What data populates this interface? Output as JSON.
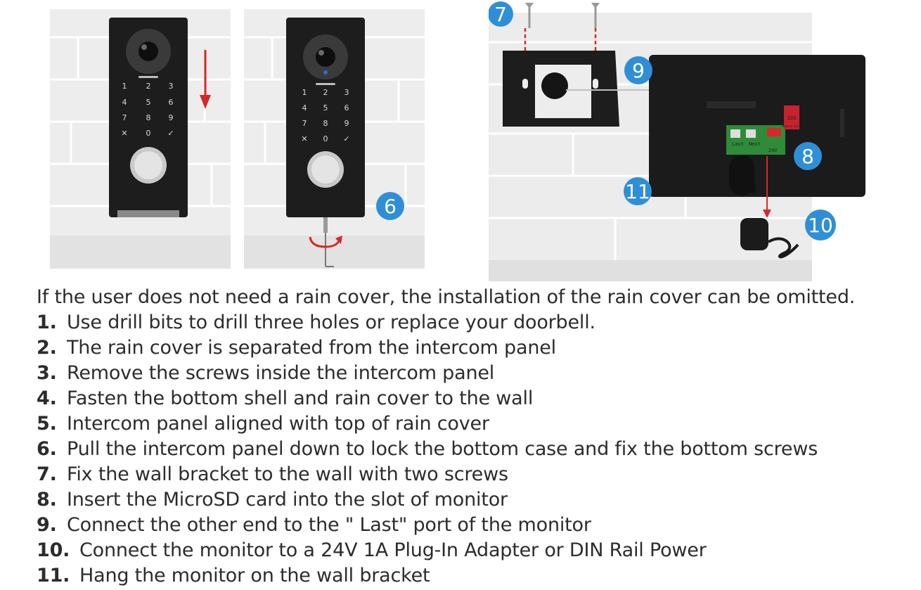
{
  "figures": {
    "panel_b": {
      "badge": "6"
    },
    "panel_c": {
      "badges": [
        "7",
        "9",
        "8",
        "11",
        "10"
      ],
      "board_labels": [
        "Last",
        "Next",
        "24V"
      ],
      "sd_card_label": "Memory Card",
      "sd_card_size": "32G"
    },
    "keypad": {
      "rows": [
        [
          "1",
          "2",
          "3"
        ],
        [
          "4",
          "5",
          "6"
        ],
        [
          "7",
          "8",
          "9"
        ],
        [
          "✕",
          "0",
          "✓"
        ]
      ]
    },
    "colors": {
      "badge_blue": "#2f8fd6",
      "arrow_red": "#d62828",
      "device_black": "#1b1b1b",
      "wall_gray": "#e9e9e9"
    }
  },
  "intro": "If the user does not need a rain cover, the installation of the rain cover can be omitted.",
  "steps": [
    {
      "num": "1.",
      "text": "Use drill bits to drill three holes or replace your doorbell."
    },
    {
      "num": "2.",
      "text": "The rain cover is separated from the intercom panel"
    },
    {
      "num": "3.",
      "text": "Remove the screws inside the intercom panel"
    },
    {
      "num": "4.",
      "text": "Fasten the bottom shell and rain cover to the wall"
    },
    {
      "num": "5.",
      "text": "Intercom panel aligned with top of rain cover"
    },
    {
      "num": "6.",
      "text": "Pull the intercom panel down to lock the bottom case and fix the bottom screws"
    },
    {
      "num": "7.",
      "text": "Fix the wall bracket to the wall with two screws"
    },
    {
      "num": "8.",
      "text": "Insert the MicroSD card into the slot of monitor"
    },
    {
      "num": "9.",
      "text": "Connect the other end to the \" Last\" port of the monitor"
    },
    {
      "num": "10.",
      "text": "Connect the monitor to a 24V 1A Plug-In Adapter or DIN Rail Power"
    },
    {
      "num": "11.",
      "text": "Hang the monitor on the wall bracket"
    }
  ]
}
